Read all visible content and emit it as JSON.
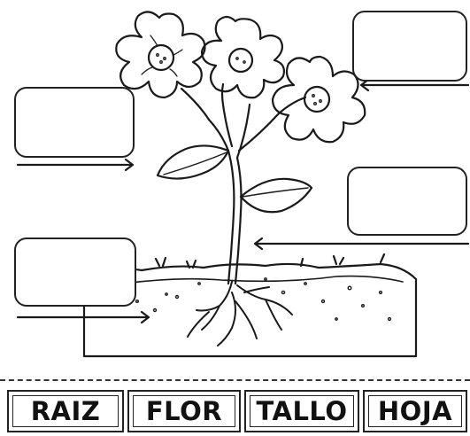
{
  "worksheet": {
    "word_cards": [
      "RAIZ",
      "FLOR",
      "TALLO",
      "HOJA"
    ]
  },
  "colors": {
    "ink": "#222222",
    "paper": "#ffffff"
  }
}
